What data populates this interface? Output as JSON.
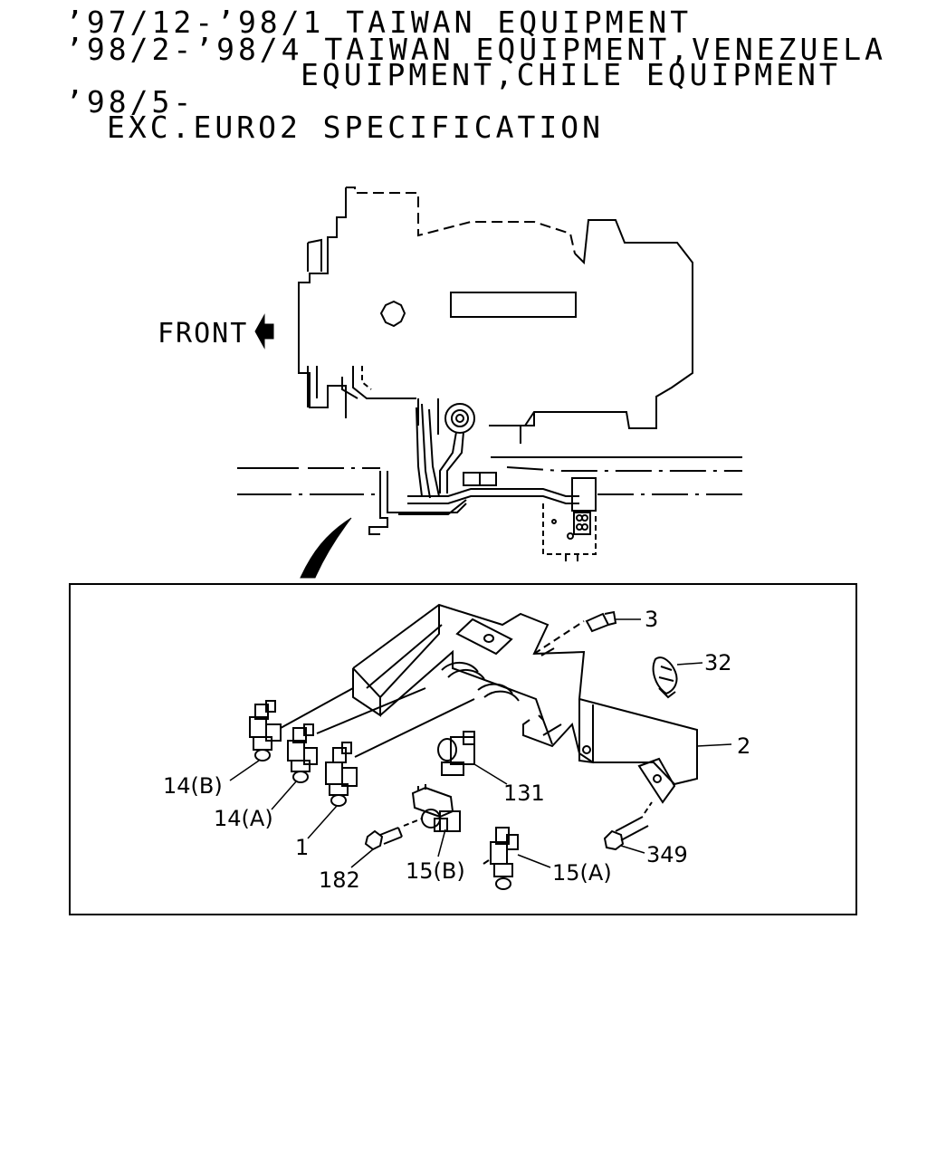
{
  "header": {
    "line1": "’97/12-’98/1 TAIWAN EQUIPMENT",
    "line2": "’98/2-’98/4 TAIWAN EQUIPMENT,VENEZUELA",
    "line3": "EQUIPMENT,CHILE EQUIPMENT",
    "line4": "’98/5-",
    "line5": "EXC.EURO2 SPECIFICATION"
  },
  "engine_view": {
    "front_label": "FRONT"
  },
  "callouts": {
    "c3": "3",
    "c32": "32",
    "c2": "2",
    "c131": "131",
    "c14b": "14(B)",
    "c14a": "14(A)",
    "c1": "1",
    "c349": "349",
    "c182": "182",
    "c15b": "15(B)",
    "c15a": "15(A)"
  }
}
